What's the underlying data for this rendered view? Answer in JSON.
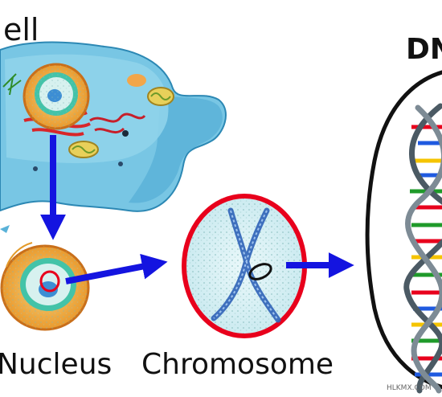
{
  "labels": {
    "cell": "ell",
    "dna": "DN",
    "nucleus": "Nucleus",
    "chromosome": "Chromosome",
    "watermark": "HLKMX.COM"
  },
  "colors": {
    "arrow": "#1414e0",
    "cytoplasm": "#74c2e1",
    "nucleus_orange": "#f2b34c",
    "nucleus_teal": "#43c3a8",
    "chromosome_ring": "#e8001c",
    "chromosome_fill": "#d6f0f4",
    "dna_backbone": "#4b5a64",
    "dna_rungs": [
      "#e8001c",
      "#f5c400",
      "#1f9a2a",
      "#1f5ae0"
    ]
  },
  "icons": [
    "cell-illustration",
    "nucleus-illustration",
    "chromosome-illustration",
    "dna-double-helix"
  ]
}
